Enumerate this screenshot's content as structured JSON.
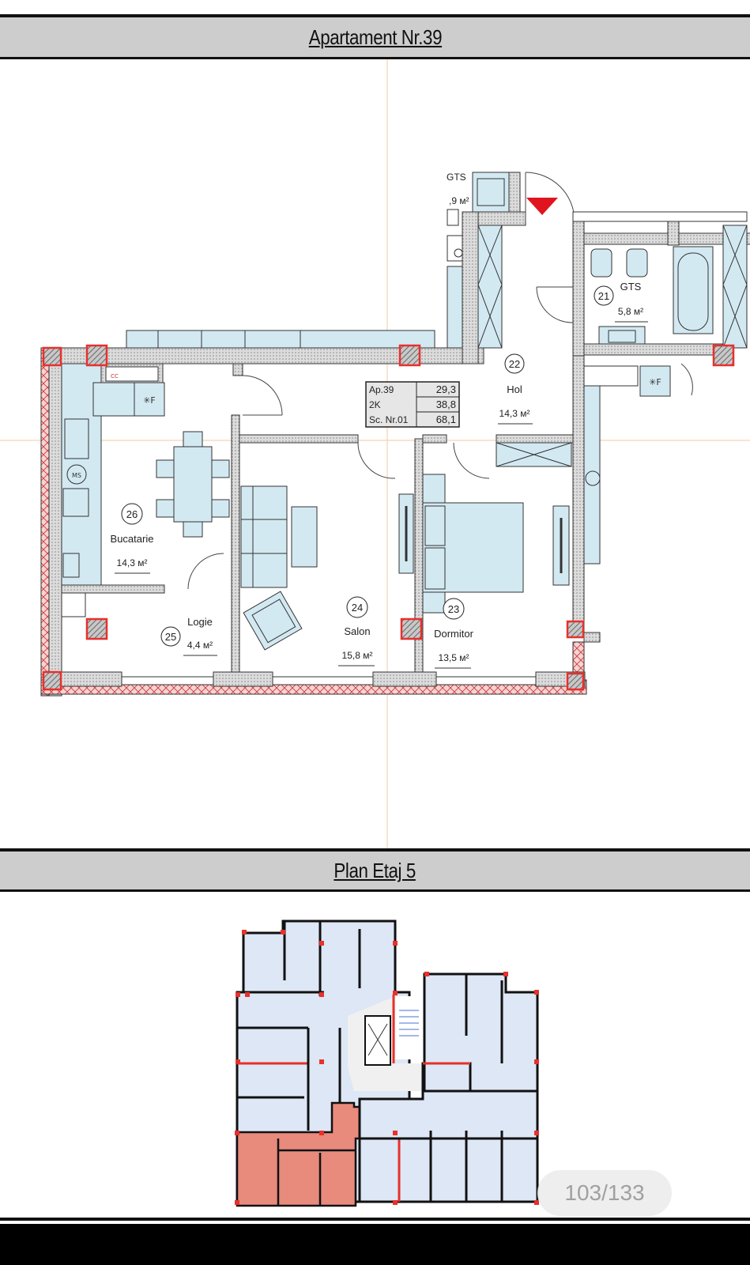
{
  "document": {
    "apartment_header": "Apartament Nr.39",
    "floor_header": "Plan Etaj 5"
  },
  "apartment_summary": {
    "rows": [
      {
        "label": "Ap.39",
        "value": "29,3"
      },
      {
        "label": "2K",
        "value": "38,8"
      },
      {
        "label": "Sc. Nr.01",
        "value": "68,1"
      }
    ]
  },
  "rooms": [
    {
      "number": "21",
      "name": "GTS",
      "area": "5,8 м²"
    },
    {
      "number": "22",
      "name": "Hol",
      "area": "14,3 м²"
    },
    {
      "number": "23",
      "name": "Dormitor",
      "area": "13,5 м²"
    },
    {
      "number": "24",
      "name": "Salon",
      "area": "15,8 м²"
    },
    {
      "number": "25",
      "name": "Logie",
      "area": "4,4 м²"
    },
    {
      "number": "26",
      "name": "Bucatarie",
      "area": "14,3 м²"
    }
  ],
  "neighbor_room": {
    "name": "GTS",
    "area": ",9 м²"
  },
  "fixture_labels": {
    "fridge": "✳F",
    "washer": "MS",
    "boiler": "CC"
  },
  "colors": {
    "header_bg": "#cdcdcd",
    "wall_fill": "#d9d9d9",
    "furniture": "#d3e9f2",
    "column_red": "#e8302c",
    "selected_apartment": "#e88a7c",
    "other_apartments": "#dde7f5",
    "corridor": "#f0f0f0",
    "entry_marker": "#e0141e",
    "guide_line": "#f3d3b0"
  },
  "pager": {
    "label": "103/133",
    "current": 103,
    "total": 133
  }
}
